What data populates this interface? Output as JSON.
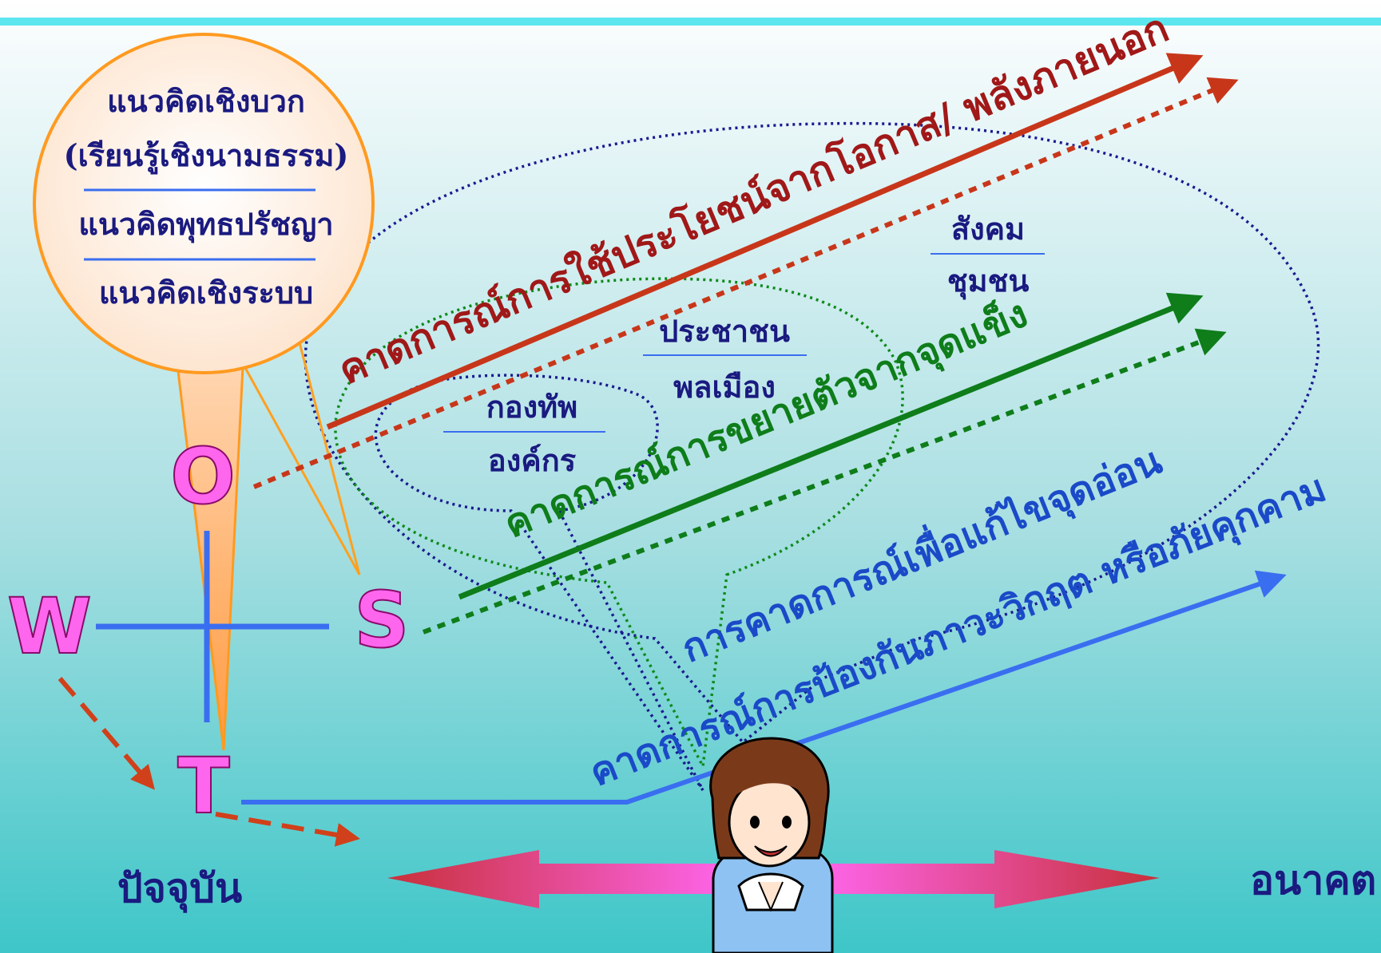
{
  "colors": {
    "opportunity": "#c8361a",
    "strength": "#0e7d1a",
    "weakness": "#3a6ef0",
    "navy": "#1a1a80",
    "letter_fill": "#ff66ee"
  },
  "bubble": {
    "line1": "แนวคิดเชิงบวก",
    "line2": "(เรียนรู้เชิงนามธรรม)",
    "line3": "แนวคิดพุทธปรัชญา",
    "line4": "แนวคิดเชิงระบบ"
  },
  "swot": {
    "o": "O",
    "w": "W",
    "s": "S",
    "t": "T"
  },
  "arrow_labels": {
    "opportunity": "คาดการณ์การใช้ประโยชน์จากโอกาส/ พลังภายนอก",
    "strength": "คาดการณ์การขยายตัวจากจุดแข็ง",
    "weakness": "การคาดการณ์เพื่อแก้ไขจุดอ่อน",
    "threat": "คาดการณ์การป้องกันภาวะวิกฤต หรือภัยคุกคาม"
  },
  "scopes": {
    "outer_top": "สังคม",
    "outer_bottom": "ชุมชน",
    "middle_top": "ประชาชน",
    "middle_bottom": "พลเมือง",
    "inner_top": "กองทัพ",
    "inner_bottom": "องค์กร"
  },
  "timeline": {
    "present": "ปัจจุบัน",
    "future": "อนาคต"
  }
}
